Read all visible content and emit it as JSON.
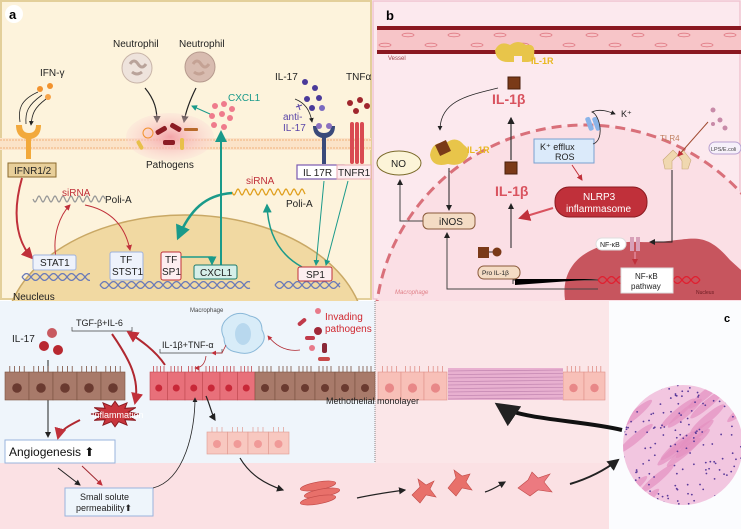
{
  "panel_a": {
    "label": "a",
    "ifn": "IFN-γ",
    "ifnr": "IFNR1/2",
    "neutrophil_1": "Neutrophil",
    "neutrophil_2": "Neutrophil",
    "pathogens": "Pathogens",
    "cxcl1_ligand": "CXCL1",
    "il17": "IL-17",
    "anti_il17_1": "anti-",
    "anti_il17_2": "IL-17",
    "tnfa": "TNFα",
    "il17r": "IL 17R",
    "tnfr1": "TNFR1",
    "sirna_left": "siRNA",
    "polia_left": "Poli-A",
    "sirna_right": "siRNA",
    "polia_right": "Poli-A",
    "stat1": "STAT1",
    "tf_stst1_1": "TF",
    "tf_stst1_2": "STST1",
    "tf_sp1_1": "TF",
    "tf_sp1_2": "SP1",
    "cxcl1_gene": "CXCL1",
    "sp1": "SP1",
    "nucleus": "Neucleus"
  },
  "panel_b": {
    "label": "b",
    "vessel": "Vessel",
    "il1r_top": "IL-1R",
    "il1b_top": "IL-1β",
    "il1r_cell": "IL-1R",
    "il1b_mid": "IL-1β",
    "no": "NO",
    "inos": "iNOS",
    "kefflux_1": "K⁺ efflux",
    "kefflux_2": "ROS",
    "kplus": "K⁺",
    "nlrp3_1": "NLRP3",
    "nlrp3_2": "inflammasome",
    "tlr4": "TLR4",
    "lps": "LPS/E.coli",
    "nfkb": "NF-κB",
    "nfkb_path_1": "NF-κB",
    "nfkb_path_2": "pathway",
    "pro_il1b": "Pro IL-1β",
    "nucleus": "Nucleus",
    "macrophage": "Macrophage"
  },
  "panel_c": {
    "label": "c",
    "il17": "IL-17",
    "tgf": "TGF-β+IL-6",
    "il1b_tnf": "IL-1β+TNF-α",
    "macrophage": "Macrophage",
    "invading_1": "Invading",
    "invading_2": "pathogens",
    "monolayer": "Methothelial monolayer",
    "inflammation": "Inflammation",
    "angiogenesis": "Angiogenesis ⬆",
    "solute_1": "Small solute",
    "solute_2": "permeability⬆"
  },
  "colors": {
    "panel_a_bg": "#fdf3dc",
    "panel_b_bg": "#fce9ee",
    "panel_c_bg": "#eff5fb",
    "teal": "#1a9a8a",
    "red": "#c0303a",
    "il1b": "#d9535f",
    "il1r": "#e8c54a"
  }
}
